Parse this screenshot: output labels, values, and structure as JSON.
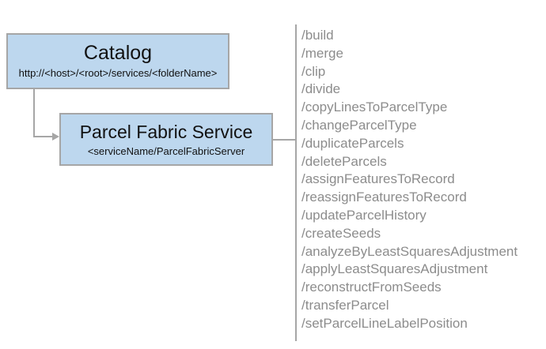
{
  "colors": {
    "page_background": "#FFFFFF",
    "box_fill": "#BDD7EE",
    "box_border": "#A6A6A6",
    "connector": "#A6A6A6",
    "title_text": "#111111",
    "endpoint_text": "#8C8C8C"
  },
  "catalog_box": {
    "title": "Catalog",
    "subtitle": "http://<host>/<root>/services/<folderName>"
  },
  "service_box": {
    "title": "Parcel Fabric Service",
    "subtitle": "<serviceName/ParcelFabricServer"
  },
  "endpoints": [
    "/build",
    "/merge",
    "/clip",
    "/divide",
    "/copyLinesToParcelType",
    "/changeParcelType",
    "/duplicateParcels",
    "/deleteParcels",
    "/assignFeaturesToRecord",
    "/reassignFeaturesToRecord",
    "/updateParcelHistory",
    "/createSeeds",
    "/analyzeByLeastSquaresAdjustment",
    "/applyLeastSquaresAdjustment",
    "/reconstructFromSeeds",
    "/transferParcel",
    "/setParcelLineLabelPosition"
  ]
}
